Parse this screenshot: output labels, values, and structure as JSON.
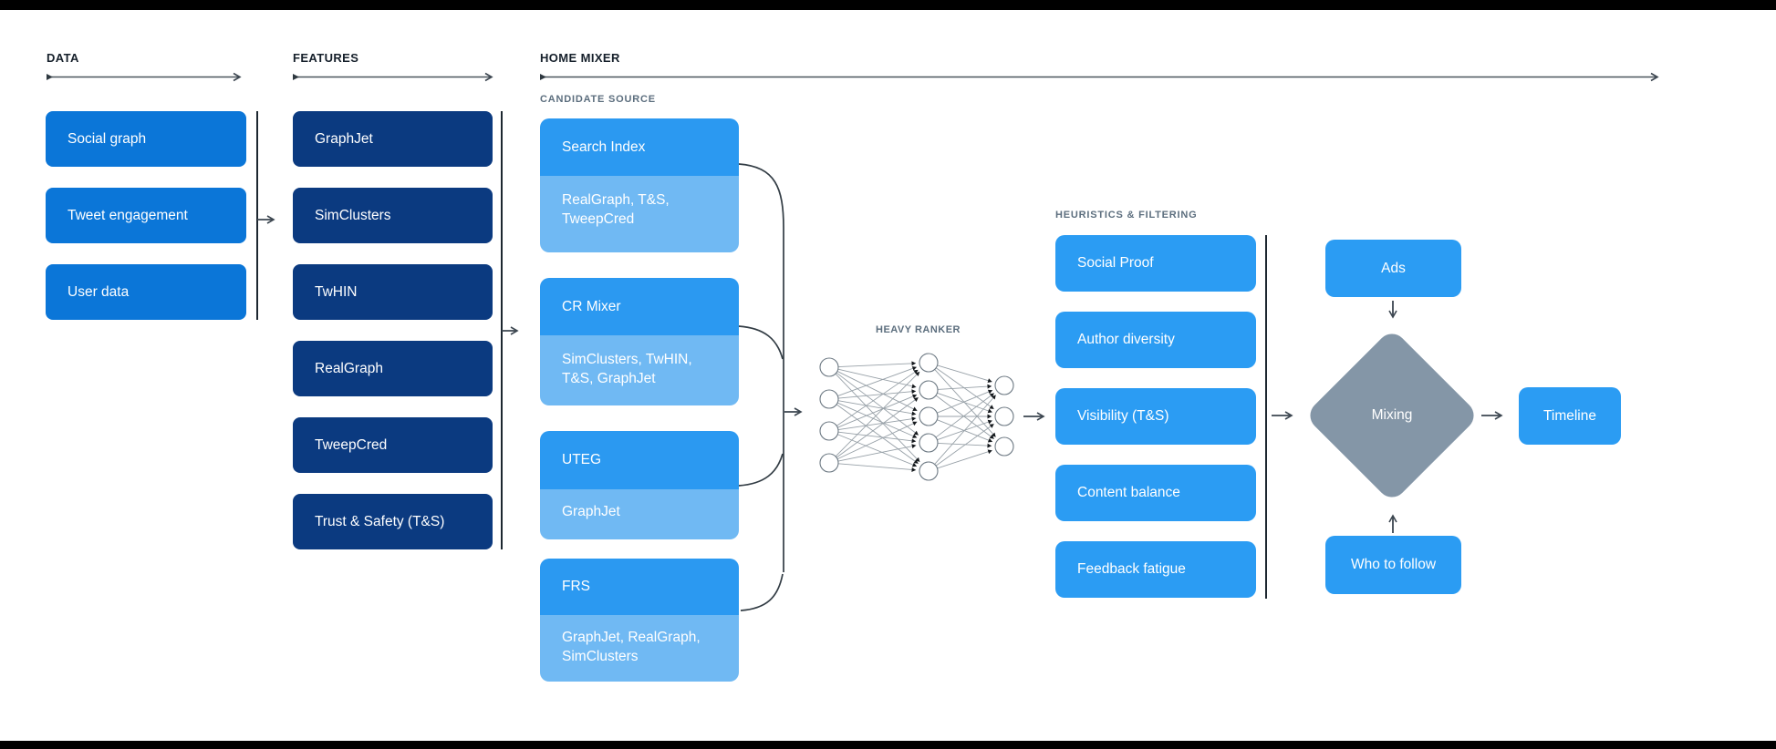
{
  "colors": {
    "data_box": "#0b76d8",
    "features_box": "#0b3a80",
    "candidate_header": "#2b99f1",
    "candidate_sub": "#70b9f3",
    "heuristics_box": "#2b9cf3",
    "output_box": "#2b9cf3",
    "mixing_diamond": "#8496a7",
    "dark_label": "#16202b",
    "gray_label": "#5c6e7e"
  },
  "sections": {
    "data": {
      "label": "DATA",
      "items": [
        "Social graph",
        "Tweet engagement",
        "User data"
      ]
    },
    "features": {
      "label": "FEATURES",
      "items": [
        "GraphJet",
        "SimClusters",
        "TwHIN",
        "RealGraph",
        "TweepCred",
        "Trust & Safety (T&S)"
      ]
    },
    "home_mixer": {
      "label": "HOME MIXER",
      "candidate_source": {
        "label": "CANDIDATE SOURCE",
        "boxes": [
          {
            "title": "Search Index",
            "sub": "RealGraph, T&S, TweepCred"
          },
          {
            "title": "CR Mixer",
            "sub": "SimClusters, TwHIN, T&S, GraphJet"
          },
          {
            "title": "UTEG",
            "sub": "GraphJet"
          },
          {
            "title": "FRS",
            "sub": "GraphJet, RealGraph, SimClusters"
          }
        ]
      },
      "heavy_ranker": {
        "label": "HEAVY RANKER"
      },
      "heuristics": {
        "label": "HEURISTICS & FILTERING",
        "items": [
          "Social Proof",
          "Author diversity",
          "Visibility (T&S)",
          "Content balance",
          "Feedback fatigue"
        ]
      },
      "output": {
        "ads": "Ads",
        "mixing": "Mixing",
        "who_to_follow": "Who to follow",
        "timeline": "Timeline"
      }
    }
  }
}
